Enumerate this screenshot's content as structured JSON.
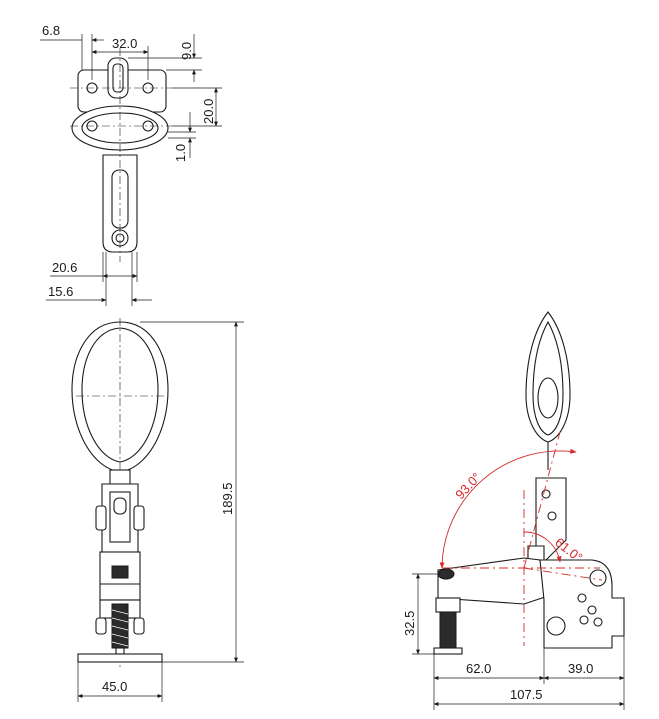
{
  "colors": {
    "line": "#1a1a1a",
    "angle": "#d42a2a",
    "background": "#ffffff"
  },
  "top_view": {
    "dim_hole_offset": "6.8",
    "dim_hole_pitch": "32.0",
    "dim_top_gap": "9.0",
    "dim_hole_rows": "20.0",
    "dim_lip": "1.0",
    "dim_arm_width": "20.6",
    "dim_slot_width": "15.6"
  },
  "front_view": {
    "dim_height": "189.5",
    "dim_base_width": "45.0"
  },
  "side_view": {
    "angle_open": "93.0°",
    "angle_handle": "61.0°",
    "dim_spindle_height": "32.5",
    "dim_reach": "62.0",
    "dim_base": "39.0",
    "dim_overall_length": "107.5"
  }
}
